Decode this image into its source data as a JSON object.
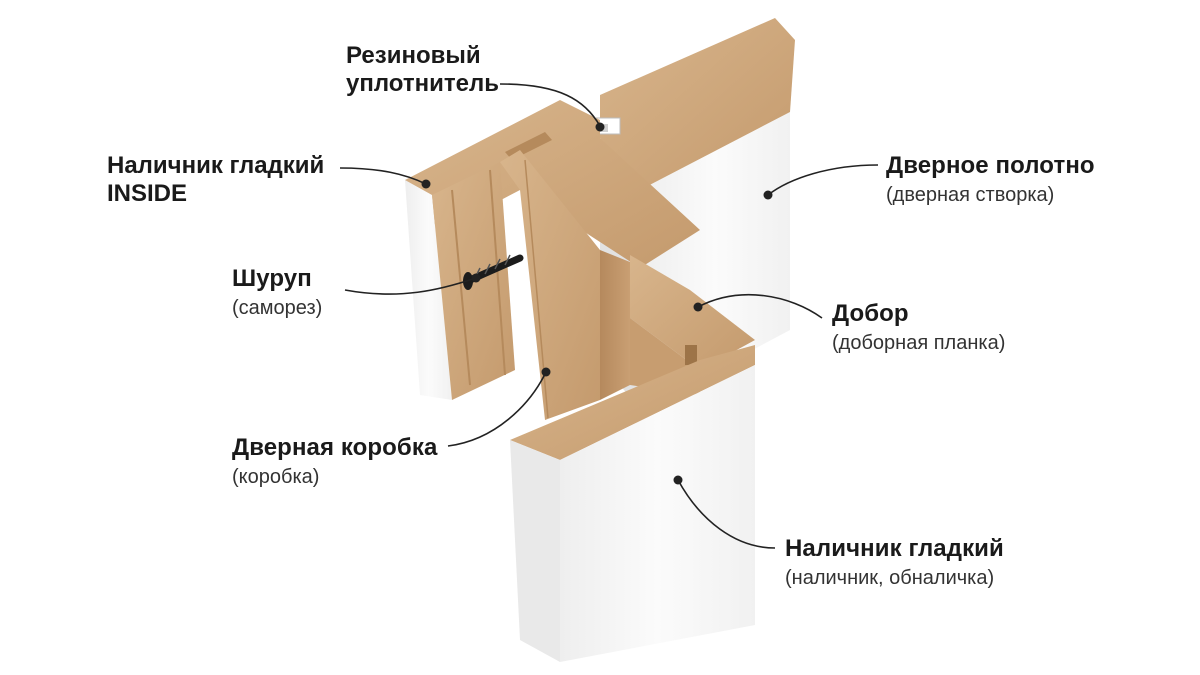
{
  "labels": {
    "rubber_seal": {
      "line1": "Резиновый",
      "line2": "уплотнитель"
    },
    "casing_inside": {
      "line1": "Наличник гладкий",
      "line2": "INSIDE"
    },
    "door_leaf": {
      "title": "Дверное полотно",
      "subtitle": "(дверная створка)"
    },
    "screw": {
      "title": "Шуруп",
      "subtitle": "(саморез)"
    },
    "extension": {
      "title": "Добор",
      "subtitle": "(доборная планка)"
    },
    "door_frame": {
      "title": "Дверная коробка",
      "subtitle": "(коробка)"
    },
    "casing": {
      "title": "Наличник гладкий",
      "subtitle": "(наличник, обналичка)"
    }
  },
  "colors": {
    "mdf": "#cfa77d",
    "mdf_dark": "#b88c60",
    "mdf_light": "#dcbb94",
    "white_face": "#f7f7f7",
    "white_shade": "#e6e6e6",
    "leader": "#222222"
  }
}
